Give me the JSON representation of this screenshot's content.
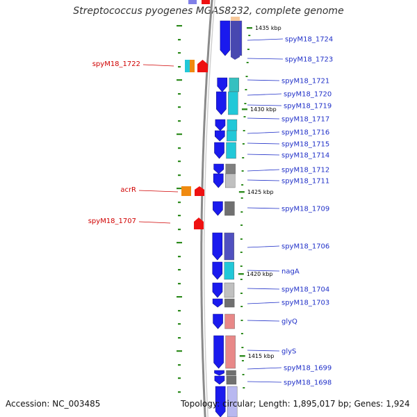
{
  "title": "Streptococcus pyogenes MGAS8232, complete genome",
  "accession": "Accession: NC_003485",
  "topology": "Topology: circular; Length: 1,895,017 bp; Genes: 1,924",
  "colors": {
    "forward_gene": "#1a1aee",
    "backbone": "#8a8a8a",
    "green_tick": "#2e8b1e",
    "gene_label": "#1f2fc8",
    "regulatory_label": "#d00000",
    "regulatory_red": "#ee1111",
    "regulatory_orange": "#f08a10",
    "regulatory_cyan": "#22c8d8"
  },
  "kbp_labels": [
    {
      "text": "1435 kbp"
    },
    {
      "text": "1430 kbp"
    },
    {
      "text": "1425 kbp"
    },
    {
      "text": "1420 kbp"
    },
    {
      "text": "1415 kbp"
    }
  ],
  "gene_labels": [
    {
      "text": "spyM18_1724"
    },
    {
      "text": "spyM18_1723"
    },
    {
      "text": "spyM18_1721"
    },
    {
      "text": "spyM18_1720"
    },
    {
      "text": "spyM18_1719"
    },
    {
      "text": "spyM18_1717"
    },
    {
      "text": "spyM18_1716"
    },
    {
      "text": "spyM18_1715"
    },
    {
      "text": "spyM18_1714"
    },
    {
      "text": "spyM18_1712"
    },
    {
      "text": "spyM18_1711"
    },
    {
      "text": "spyM18_1709"
    },
    {
      "text": "spyM18_1706"
    },
    {
      "text": "nagA"
    },
    {
      "text": "spyM18_1704"
    },
    {
      "text": "spyM18_1703"
    },
    {
      "text": "glyQ"
    },
    {
      "text": "glyS"
    },
    {
      "text": "spyM18_1699"
    },
    {
      "text": "spyM18_1698"
    }
  ],
  "regulatory_labels": [
    {
      "text": "spyM18_1722"
    },
    {
      "text": "acrR"
    },
    {
      "text": "spyM18_1707"
    }
  ]
}
